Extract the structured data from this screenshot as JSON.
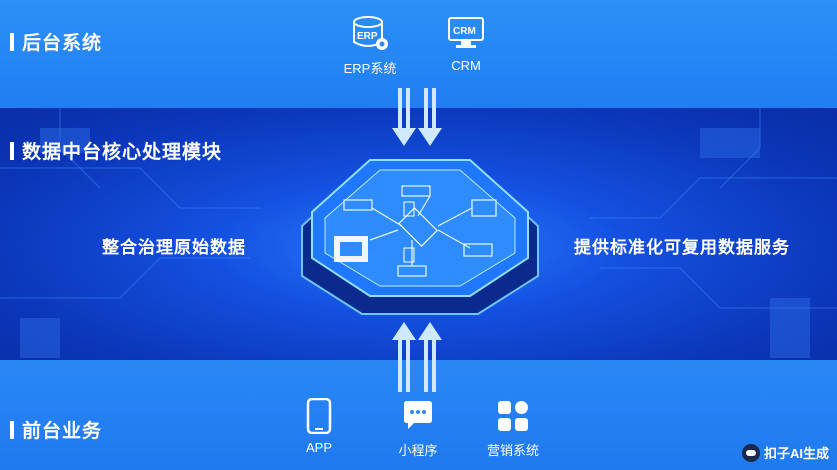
{
  "sections": {
    "backend": {
      "title": "后台系统"
    },
    "middle": {
      "title": "数据中台核心处理模块"
    },
    "frontend": {
      "title": "前台业务"
    }
  },
  "middle_left_text": "整合治理原始数据",
  "middle_right_text": "提供标准化可复用数据服务",
  "backend_items": [
    {
      "label": "ERP系统",
      "icon": "erp-database-icon"
    },
    {
      "label": "CRM",
      "icon": "crm-monitor-icon"
    }
  ],
  "frontend_items": [
    {
      "label": "APP",
      "icon": "mobile-phone-icon"
    },
    {
      "label": "小程序",
      "icon": "chat-bubble-icon"
    },
    {
      "label": "营销系统",
      "icon": "grid-apps-icon"
    }
  ],
  "core_chip": {
    "icon": "data-processing-chip-icon"
  },
  "watermark": {
    "text": "扣子AI生成"
  },
  "colors": {
    "accent": "#2a8af5",
    "deep": "#0b36b8",
    "white": "#ffffff"
  }
}
